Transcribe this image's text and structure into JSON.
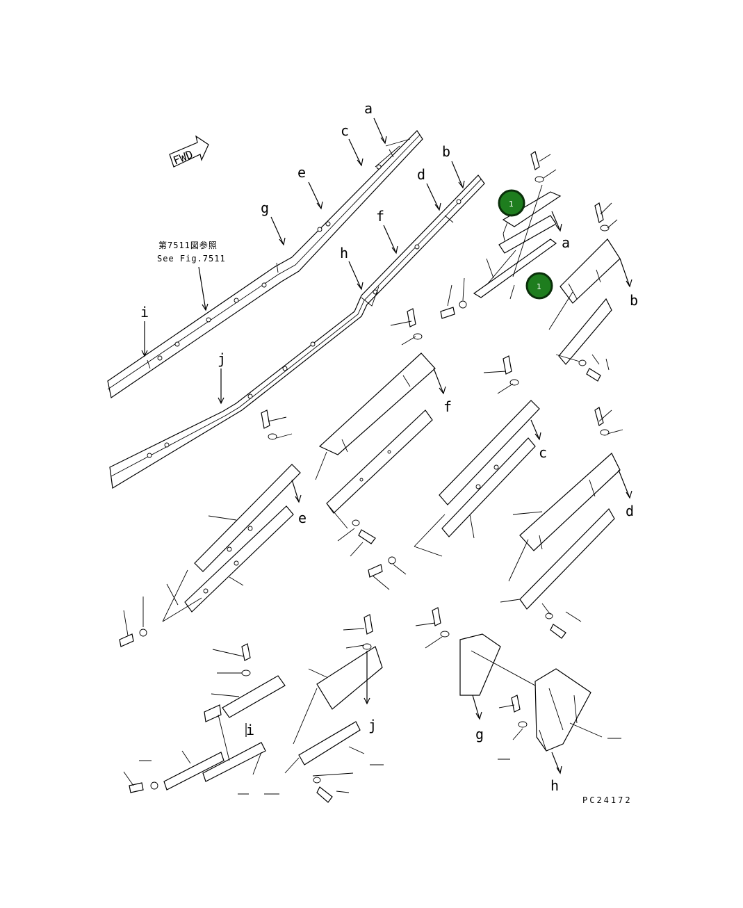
{
  "labels": {
    "a": "a",
    "b": "b",
    "c": "c",
    "d": "d",
    "e": "e",
    "f": "f",
    "g": "g",
    "h": "h",
    "i": "i",
    "j": "j"
  },
  "fwd": "FWD",
  "ref_jp": "第7511図参照",
  "ref_en": "See Fig.7511",
  "drawing_code": "PC24172",
  "callouts": [
    "1",
    "1"
  ],
  "colors": {
    "callout": "#1e7d1e",
    "line": "#000000",
    "background": "#ffffff"
  }
}
